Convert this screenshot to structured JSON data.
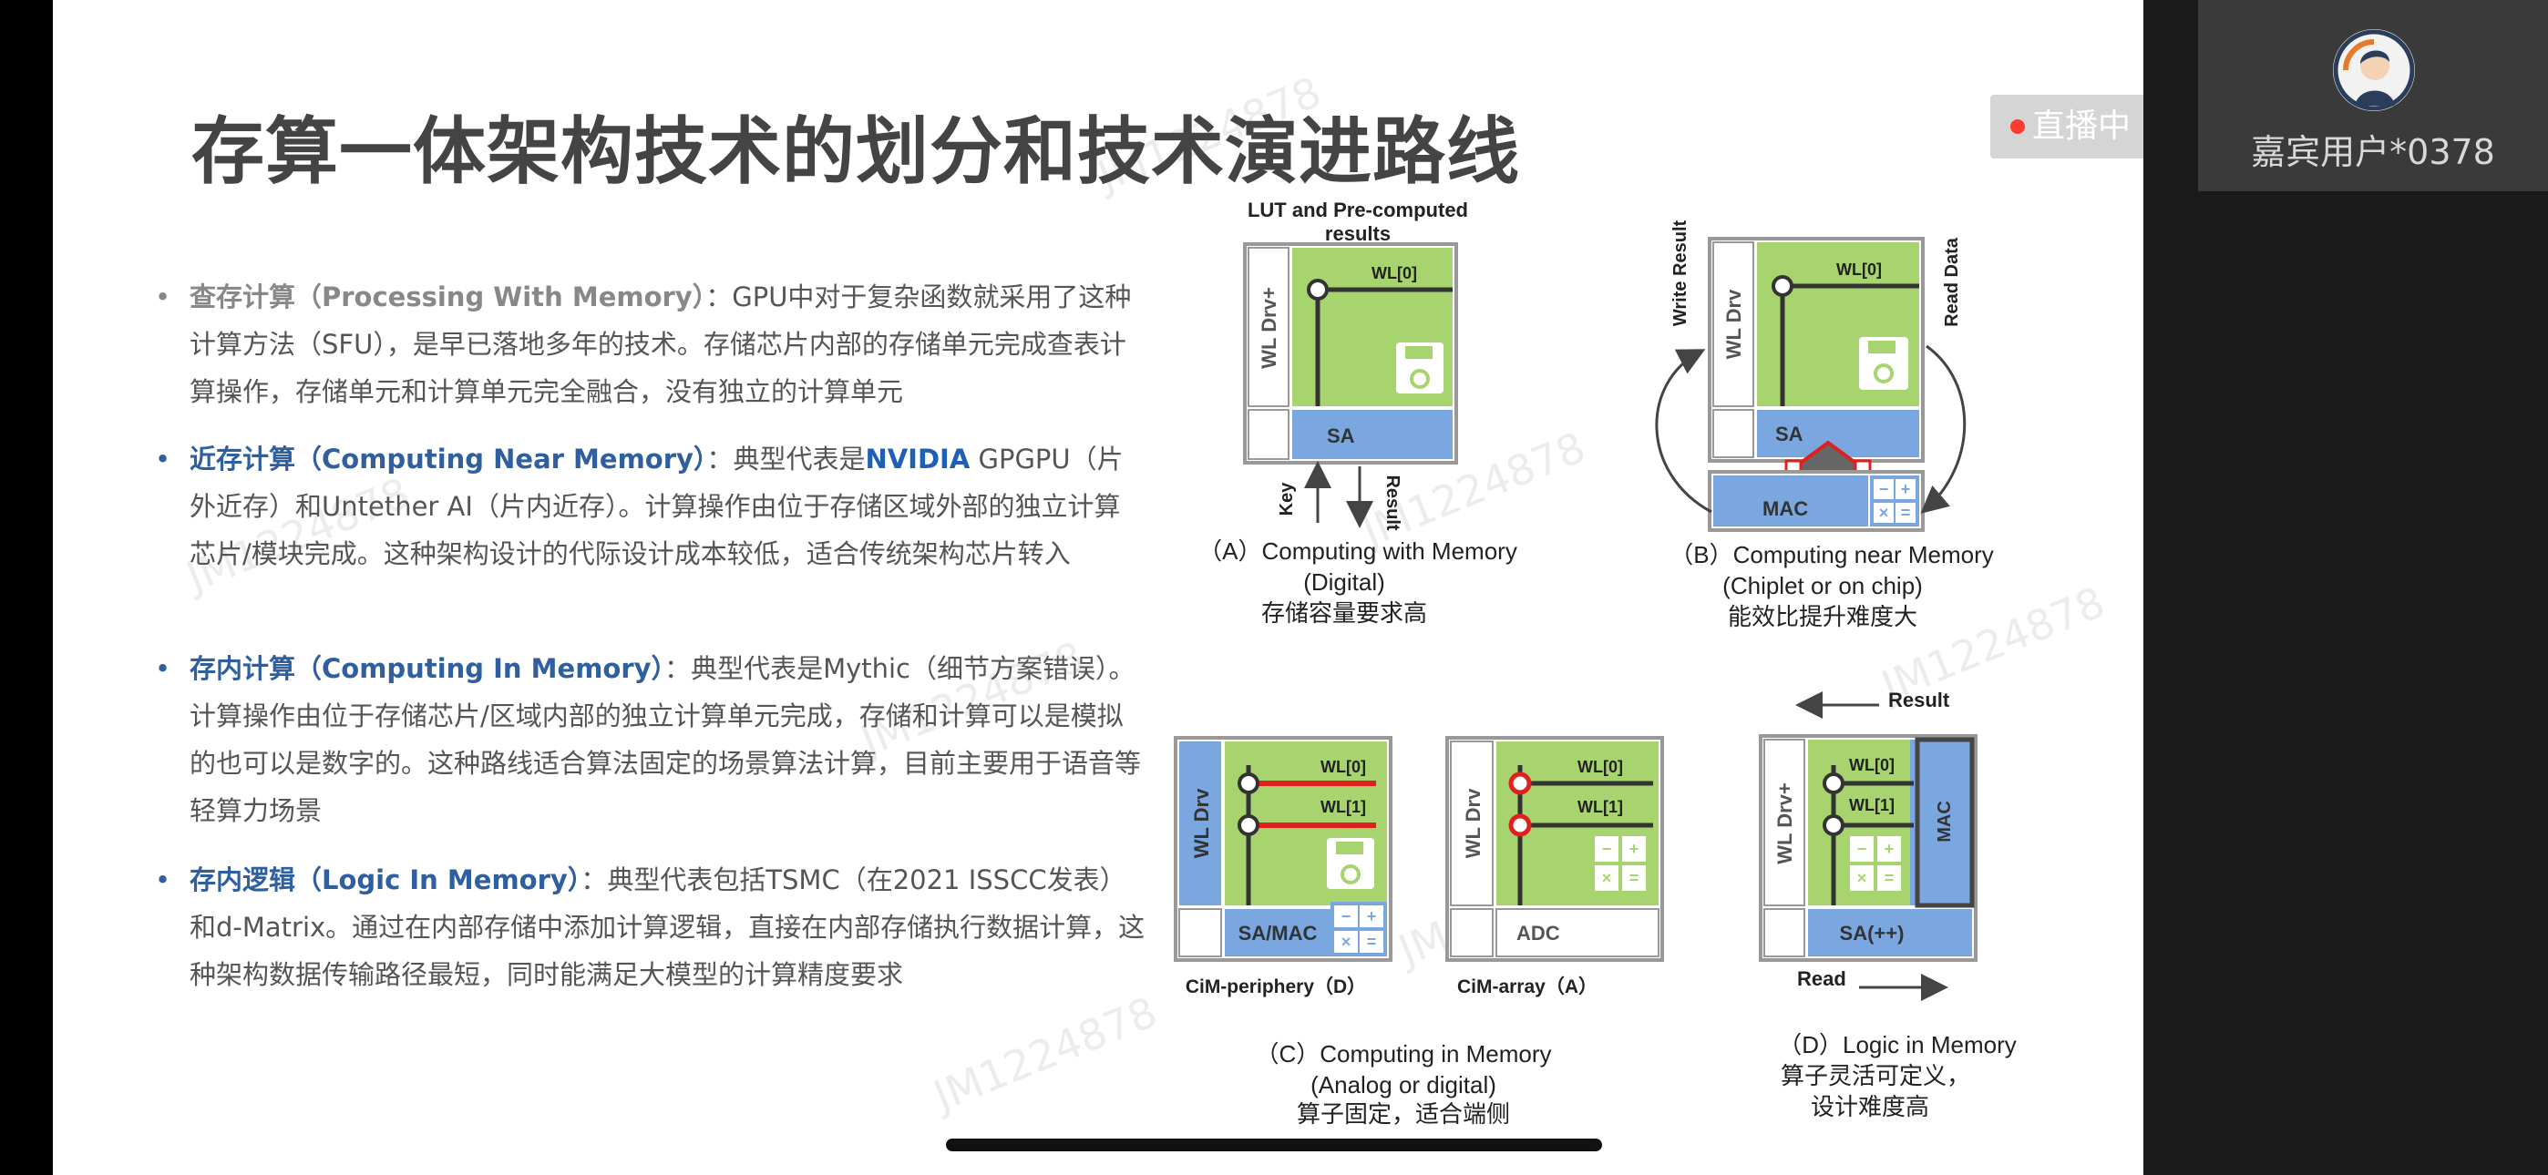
{
  "sidebar": {
    "guest_name": "嘉宾用户*0378",
    "live_badge": "直播中"
  },
  "slide": {
    "title": "存算一体架构技术的划分和技术演进路线",
    "bullets": [
      {
        "heading": "查存计算（Processing With Memory）",
        "sep": "：",
        "body": "GPU中对于复杂函数就采用了这种计算方法（SFU），是早已落地多年的技术。存储芯片内部的存储单元完成查表计算操作，存储单元和计算单元完全融合，没有独立的计算单元"
      },
      {
        "heading": "近存计算（Computing Near Memory）",
        "sep": "：",
        "body_pre": "典型代表是",
        "highlight": "NVIDIA",
        "body": " GPGPU（片外近存）和Untether AI（片内近存）。计算操作由位于存储区域外部的独立计算芯片/模块完成。这种架构设计的代际设计成本较低，适合传统架构芯片转入"
      },
      {
        "heading": "存内计算（Computing In Memory）",
        "sep": "：",
        "body": "典型代表是Mythic（细节方案错误）。计算操作由位于存储芯片/区域内部的独立计算单元完成，存储和计算可以是模拟的也可以是数字的。这种路线适合算法固定的场景算法计算，目前主要用于语音等轻算力场景"
      },
      {
        "heading": "存内逻辑（Logic In Memory）",
        "sep": "：",
        "body": "典型代表包括TSMC（在2021 ISSCC发表）和d-Matrix。通过在内部存储中添加计算逻辑，直接在内部存储执行数据计算，这种架构数据传输路径最短，同时能满足大模型的计算精度要求"
      }
    ],
    "watermark": "JM1224878"
  },
  "diagrams": {
    "A": {
      "top_label_1": "LUT and Pre-computed",
      "top_label_2": "results",
      "drv": "WL Drv+",
      "wl0": "WL[0]",
      "sa": "SA",
      "key": "Key",
      "result": "Result",
      "cap1": "（A）Computing with Memory",
      "cap2": "(Digital)",
      "cap3": "存储容量要求高"
    },
    "B": {
      "write": "Write Result",
      "read": "Read Data",
      "drv": "WL Drv",
      "wl0": "WL[0]",
      "sa": "SA",
      "mac": "MAC",
      "cap1": "（B）Computing near Memory",
      "cap2": "(Chiplet or on chip)",
      "cap3": "能效比提升难度大"
    },
    "C1": {
      "drv": "WL Drv",
      "wl0": "WL[0]",
      "wl1": "WL[1]",
      "sa": "SA/MAC",
      "label": "CiM-periphery（D）"
    },
    "C2": {
      "drv": "WL Drv",
      "wl0": "WL[0]",
      "wl1": "WL[1]",
      "adc": "ADC",
      "label": "CiM-array（A）"
    },
    "C": {
      "cap1": "（C）Computing in Memory",
      "cap2": "(Analog or digital)",
      "cap3": "算子固定，适合端侧"
    },
    "D": {
      "result": "Result",
      "drv": "WL Drv+",
      "wl0": "WL[0]",
      "wl1": "WL[1]",
      "mac": "MAC",
      "sa": "SA(++)",
      "read": "Read",
      "cap1": "（D）Logic in Memory",
      "cap2": "算子灵活可定义，",
      "cap3": "设计难度高"
    }
  },
  "colors": {
    "green": "#a7d46f",
    "blue": "#7aa7e0",
    "red": "#e0201c",
    "heading_blue": "#2f5f9e"
  }
}
